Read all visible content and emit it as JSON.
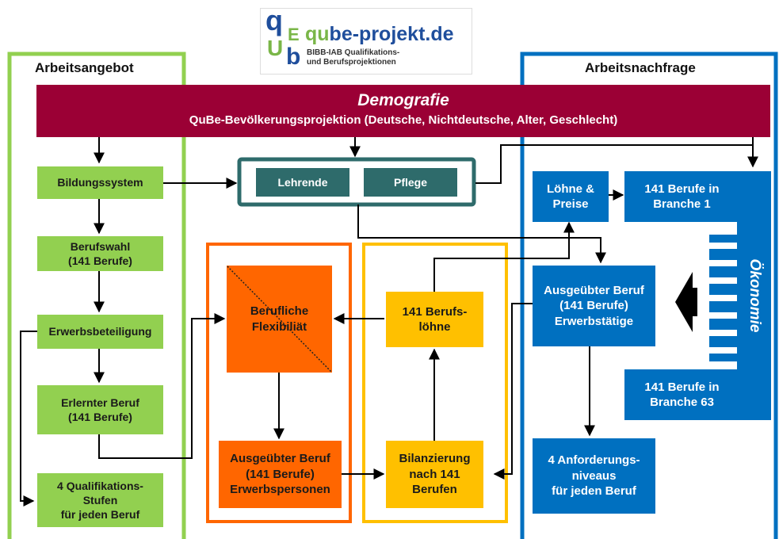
{
  "logo": {
    "mark_top": "q",
    "mark_e": "E",
    "mark_bottom": "U",
    "mark_b": "b",
    "title_qu": "qu",
    "title_be": "be-projekt.de",
    "subtitle_line1": "BIBB-IAB Qualifikations-",
    "subtitle_line2": "und Berufsprojektionen"
  },
  "headers": {
    "left": "Arbeitsangebot",
    "right": "Arbeitsnachfrage"
  },
  "banner": {
    "title": "Demografie",
    "subtitle": "QuBe-Bevölkerungsprojektion (Deutsche, Nichtdeutsche, Alter, Geschlecht)"
  },
  "supply": {
    "bildungssystem": "Bildungssystem",
    "berufswahl": "Berufswahl\n(141 Berufe)",
    "erwerbsbeteiligung": "Erwerbsbeteiligung",
    "erlernter_beruf": "Erlernter Beruf\n(141 Berufe)",
    "qualifikationsstufen": "4 Qualifikations-\nStufen\nfür jeden Beruf"
  },
  "teal_group": {
    "lehrende": "Lehrende",
    "pflege": "Pflege"
  },
  "orange_group": {
    "flexibilitaet": "Berufliche\nFlexibiliät",
    "ausgeuebter_erwerbspersonen": "Ausgeübter Beruf\n(141 Berufe)\nErwerbspersonen"
  },
  "yellow_group": {
    "berufsloehne": "141 Berufs-\nlöhne",
    "bilanzierung": "Bilanzierung\nnach 141\nBerufen"
  },
  "demand": {
    "loehne_preise": "Löhne  &\nPreise",
    "branche1": "141 Berufe in\nBranche 1",
    "ausgeuebter_erwerbstaetige": "Ausgeübter Beruf\n(141 Berufe)\nErwerbstätige",
    "oekonomie": "Ökonomie",
    "branche63": "141 Berufe in\nBranche 63",
    "anforderungsniveaus": "4 Anforderungs-\nniveaus\nfür jeden Beruf"
  },
  "colors": {
    "banner": "#9b0035",
    "supply_green": "#92d050",
    "demand_blue": "#0070c0",
    "orange": "#ff6600",
    "yellow": "#ffc000",
    "teal": "#2e6b6b"
  }
}
